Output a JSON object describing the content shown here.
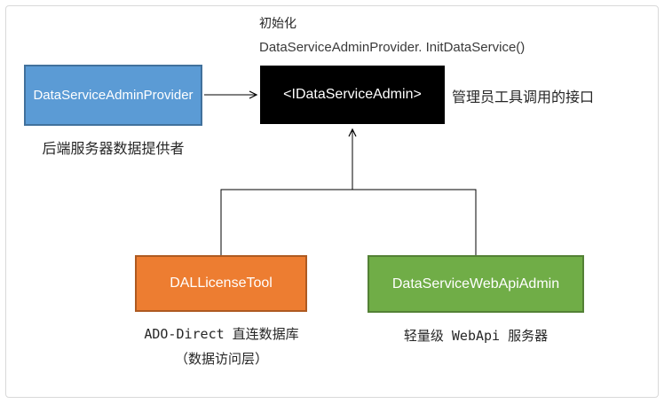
{
  "diagram": {
    "title_context": "DataService admin initialization diagram",
    "annotations": {
      "init_label": "初始化",
      "init_call": "DataServiceAdminProvider. InitDataService()",
      "interface_caption": "管理员工具调用的接口",
      "provider_caption": "后端服务器数据提供者",
      "dal_caption_line1": "ADO-Direct 直连数据库",
      "dal_caption_line2": "（数据访问层）",
      "webapi_caption": "轻量级 WebApi 服务器"
    },
    "nodes": {
      "provider": {
        "label": "DataServiceAdminProvider",
        "fill": "#5b9bd5",
        "border": "#41719c",
        "text_color": "#ffffff"
      },
      "interface": {
        "label": "<IDataServiceAdmin>",
        "fill": "#000000",
        "text_color": "#ffffff"
      },
      "dal": {
        "label": "DALLicenseTool",
        "fill": "#ed7d31",
        "border": "#ae5a21",
        "text_color": "#ffffff"
      },
      "webapi": {
        "label": "DataServiceWebApiAdmin",
        "fill": "#70ad47",
        "border": "#538135",
        "text_color": "#ffffff"
      }
    },
    "connectors": {
      "line_color": "#000000",
      "edges": [
        "provider -> interface (right arrow)",
        "dal -> shared branch -> interface (up arrow)",
        "webapi -> shared branch -> interface (up arrow)"
      ]
    },
    "frame": {
      "border_color": "#d9d9d9",
      "background": "#ffffff"
    }
  }
}
